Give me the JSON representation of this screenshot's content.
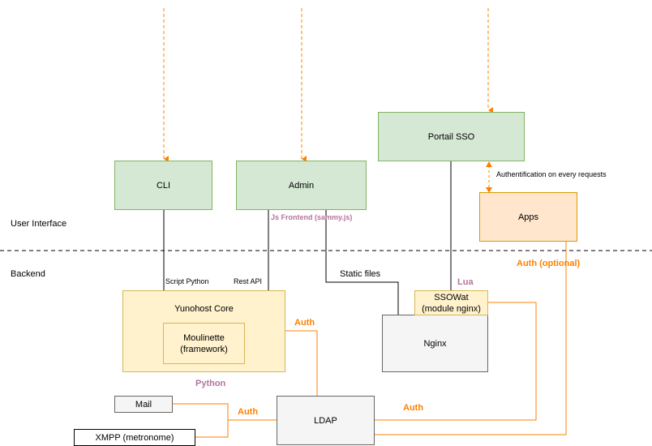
{
  "sections": {
    "user_interface": "User Interface",
    "backend": "Backend"
  },
  "nodes": {
    "cli": "CLI",
    "admin": "Admin",
    "portail_sso": "Portail SSO",
    "apps": "Apps",
    "yunohost_core": "Yunohost Core",
    "moulinette": "Moulinette\n(framework)",
    "ssowat": "SSOWat\n(module nginx)",
    "nginx": "Nginx",
    "ldap": "LDAP",
    "mail": "Mail",
    "xmpp": "XMPP (metronome)"
  },
  "labels": {
    "js_frontend": "Js Frontend\n(sammy.js)",
    "authentification": "Authentification\non every requests",
    "auth_optional": "Auth\n(optional)",
    "script_python": "Script Python",
    "rest_api": "Rest API",
    "static_files": "Static files",
    "lua": "Lua",
    "auth_core": "Auth",
    "python": "Python",
    "auth_ldap_mail": "Auth",
    "auth_ldap_sso": "Auth"
  },
  "colors": {
    "dashed_arrow": "#ff8000",
    "auth_text": "#ff8000",
    "lang_text": "#b5739d",
    "green_fill": "#d5e8d4",
    "yellow_fill": "#fff2cc",
    "orange_fill": "#ffe6cc",
    "gray_fill": "#f5f5f5"
  }
}
